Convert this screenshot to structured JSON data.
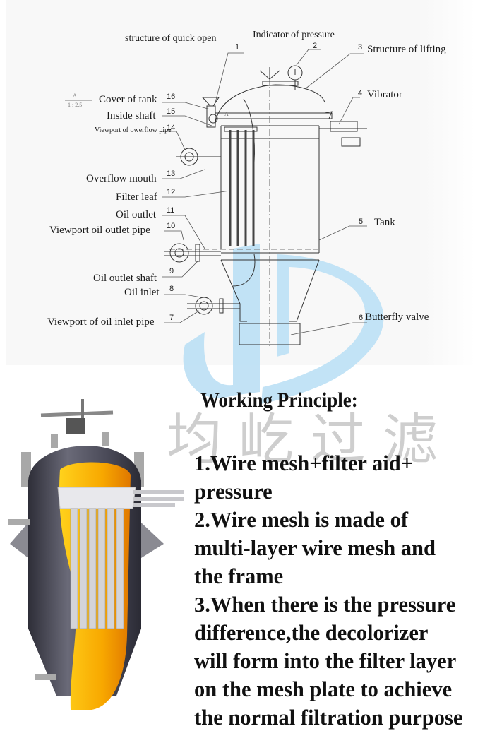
{
  "diagram": {
    "scale_note": {
      "top": "A",
      "bottom": "1 : 2.5"
    },
    "detail_marker": "A",
    "labels": [
      {
        "num": "1",
        "text": "structure of quick open"
      },
      {
        "num": "2",
        "text": "Indicator of pressure"
      },
      {
        "num": "3",
        "text": "Structure of lifting"
      },
      {
        "num": "4",
        "text": "Vibrator"
      },
      {
        "num": "5",
        "text": "Tank"
      },
      {
        "num": "6",
        "text": "Butterfly valve"
      },
      {
        "num": "7",
        "text": "Viewport of oil inlet pipe"
      },
      {
        "num": "8",
        "text": "Oil inlet"
      },
      {
        "num": "9",
        "text": "Oil outlet shaft"
      },
      {
        "num": "10",
        "text": "Viewport oil outlet pipe"
      },
      {
        "num": "11",
        "text": "Oil outlet"
      },
      {
        "num": "12",
        "text": "Filter leaf"
      },
      {
        "num": "13",
        "text": "Overflow mouth"
      },
      {
        "num": "14",
        "text": "Viewport of owerflow pipe"
      },
      {
        "num": "15",
        "text": "Inside shaft"
      },
      {
        "num": "16",
        "text": "Cover of tank"
      }
    ]
  },
  "watermark": {
    "logo_letters": "JD",
    "chinese_text": "均屹过滤",
    "logo_color": "#bfe1f5",
    "text_color": "#c9c9c9"
  },
  "illustration": {
    "subject": "cutaway filter tank",
    "shell_color": "#4a4a58",
    "interior_color": "#f5a300"
  },
  "working_principle": {
    "heading": "Working Principle:",
    "lines": [
      "1.Wire mesh+filter aid+",
      "pressure",
      "2.Wire mesh is made of",
      "multi-layer wire mesh and",
      "the frame",
      "3.When there is the pressure",
      "difference,the decolorizer",
      "will form into the filter layer",
      "on the mesh plate to achieve",
      "the normal filtration purpose"
    ]
  }
}
